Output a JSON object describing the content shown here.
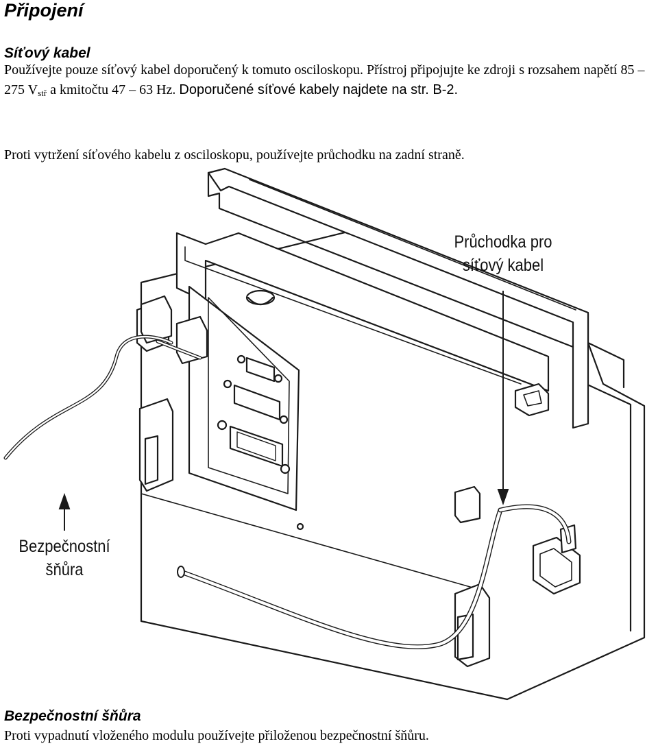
{
  "heading": "Připojení",
  "section_power": {
    "title": "Síťový kabel",
    "p1_a": "Používejte pouze síťový kabel doporučený k tomuto osciloskopu. Přístroj připojujte ke zdroji s rozsahem napětí 85 – 275 V",
    "p1_sub": "stř",
    "p1_b": " a kmitočtu 47 – 63 Hz. ",
    "p1_c": "Doporučené síťové kabely najdete na str. B-2.",
    "p2": "Proti vytržení síťového kabelu z osciloskopu, používejte průchodku na zadní straně."
  },
  "figure": {
    "callout_grommet": [
      "Průchodka pro",
      "síťový kabel"
    ],
    "callout_cord": [
      "Bezpečnostní",
      "šňůra"
    ]
  },
  "section_cord": {
    "title": "Bezpečnostní šňůra",
    "p1": "Proti vypadnutí vloženého modulu používejte přiloženou bezpečnostní šňůru."
  }
}
